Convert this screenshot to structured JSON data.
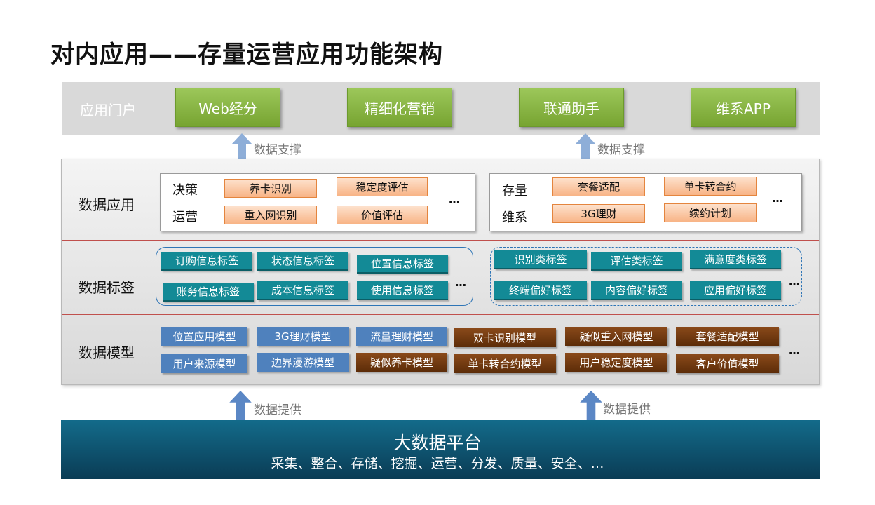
{
  "title": "对内应用——存量运营应用功能架构",
  "portal": {
    "label": "应用门户",
    "apps": [
      "Web经分",
      "精细化营销",
      "联通助手",
      "维系APP"
    ]
  },
  "arrows": {
    "support_label": "数据支撑",
    "provide_label": "数据提供"
  },
  "data_application": {
    "label": "数据应用",
    "left": {
      "labels": [
        "决策",
        "运营"
      ],
      "items": [
        "养卡识别",
        "稳定度评估",
        "重入网识别",
        "价值评估"
      ],
      "more": "…"
    },
    "right": {
      "labels": [
        "存量",
        "维系"
      ],
      "items": [
        "套餐适配",
        "单卡转合约",
        "3G理财",
        "续约计划"
      ],
      "more": "…"
    }
  },
  "data_tags": {
    "label": "数据标签",
    "left": [
      "订购信息标签",
      "状态信息标签",
      "位置信息标签",
      "账务信息标签",
      "成本信息标签",
      "使用信息标签"
    ],
    "left_more": "…",
    "right": [
      "识别类标签",
      "评估类标签",
      "满意度类标签",
      "终端偏好标签",
      "内容偏好标签",
      "应用偏好标签"
    ],
    "right_more": "…"
  },
  "data_models": {
    "label": "数据模型",
    "blue": [
      "位置应用模型",
      "3G理财模型",
      "流量理财模型",
      "用户来源模型",
      "边界漫游模型"
    ],
    "brown": [
      "双卡识别模型",
      "疑似重入网模型",
      "套餐适配模型",
      "疑似养卡模型",
      "单卡转合约模型",
      "用户稳定度模型",
      "客户价值模型"
    ],
    "more": "…"
  },
  "platform": {
    "title": "大数据平台",
    "subtitle": "采集、整合、存储、挖掘、运营、分发、质量、安全、…"
  },
  "colors": {
    "green": "#8bb844",
    "orange": "#f9c29a",
    "teal": "#138a96",
    "blue": "#4f81bd",
    "brown": "#6e3810",
    "platform": "#0e516f",
    "divider": "#c0504d"
  }
}
